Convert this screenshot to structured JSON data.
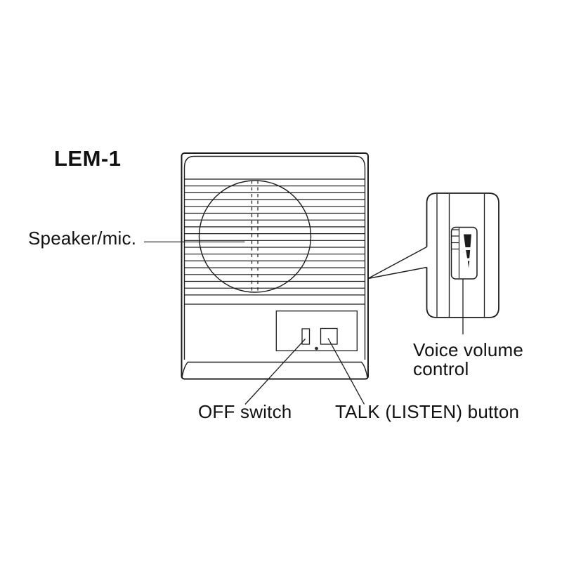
{
  "diagram": {
    "model": "LEM-1",
    "callouts": {
      "speaker_mic": "Speaker/mic.",
      "off_switch": "OFF switch",
      "talk_button": "TALK (LISTEN) button",
      "voice_volume_line1": "Voice volume",
      "voice_volume_line2": "control"
    },
    "colors": {
      "line": "#1c1c1c",
      "ink": "#111111",
      "background": "#ffffff",
      "indicator_fill": "#000000"
    }
  }
}
